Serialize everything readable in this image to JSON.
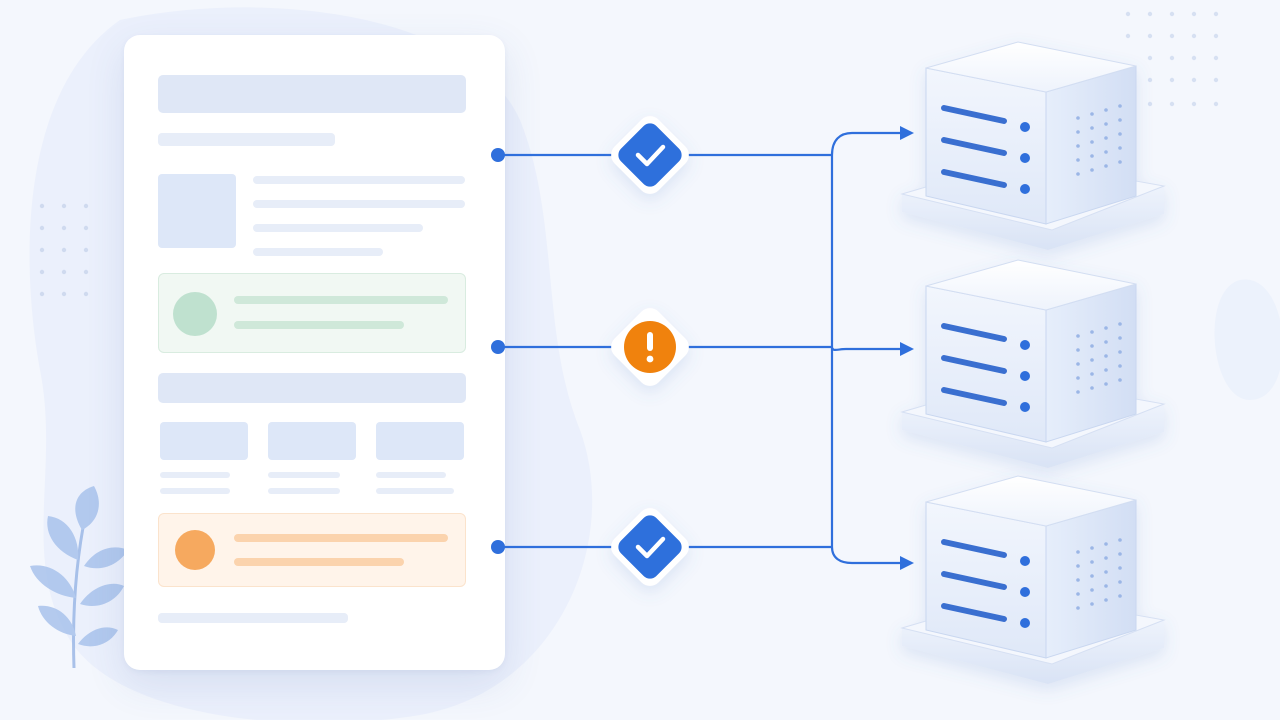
{
  "diagram": {
    "document": {
      "sections": [
        "header",
        "media-block",
        "success-panel",
        "card-grid",
        "warning-panel",
        "footer"
      ]
    },
    "checks": [
      {
        "status": "success",
        "icon": "check-icon",
        "color": "#2f6fdc"
      },
      {
        "status": "warning",
        "icon": "exclamation-icon",
        "color": "#f0820f"
      },
      {
        "status": "success",
        "icon": "check-icon",
        "color": "#2f6fdc"
      }
    ],
    "servers": [
      {
        "name": "server-top",
        "indicator_dots": 3
      },
      {
        "name": "server-middle",
        "indicator_dots": 3
      },
      {
        "name": "server-bottom",
        "indicator_dots": 3
      }
    ],
    "colors": {
      "background": "#f4f7fd",
      "connector": "#2f6fdc",
      "success_tint": "#bfe1cf",
      "warning_tint": "#f6a95f",
      "server_face": "#e7eefb"
    }
  }
}
